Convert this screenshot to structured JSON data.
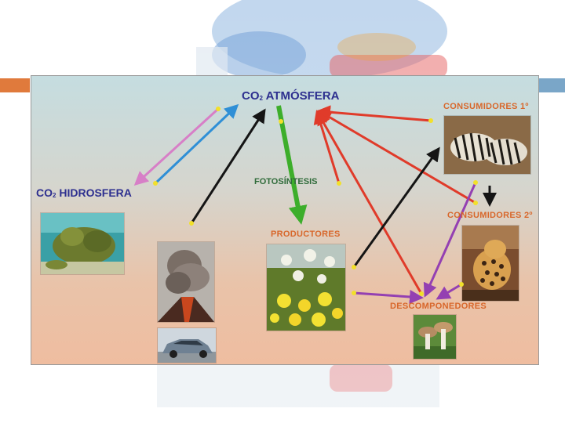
{
  "labels": {
    "co2_atmosfera_prefix": "CO",
    "co2_atmosfera_sub": "2",
    "co2_atmosfera_rest": " ATMÓSFERA",
    "co2_hidrosfera_prefix": "CO",
    "co2_hidrosfera_sub": "2",
    "co2_hidrosfera_rest": " HIDROSFERA",
    "fotosintesis": "FOTOSÍNTESIS",
    "productores": "PRODUCTORES",
    "consumidores_1": "CONSUMIDORES 1º",
    "consumidores_2": "CONSUMIDORES 2º",
    "descomponedores": "DESCOMPONEDORES"
  },
  "icons": [
    "coral-reef-image",
    "volcano-image",
    "car-image",
    "flowers-image",
    "zebras-image",
    "leopard-image",
    "mushrooms-image"
  ],
  "colors": {
    "main_label": "#2d2f8f",
    "orange_label": "#d8672b",
    "arrow_red": "#e03b2a",
    "arrow_black": "#151515",
    "arrow_green": "#3dae2b",
    "arrow_pink": "#d77fc7",
    "arrow_blue": "#2f8fd6",
    "arrow_purple": "#9440b2",
    "arrow_tip_dot": "#f2e02a"
  }
}
